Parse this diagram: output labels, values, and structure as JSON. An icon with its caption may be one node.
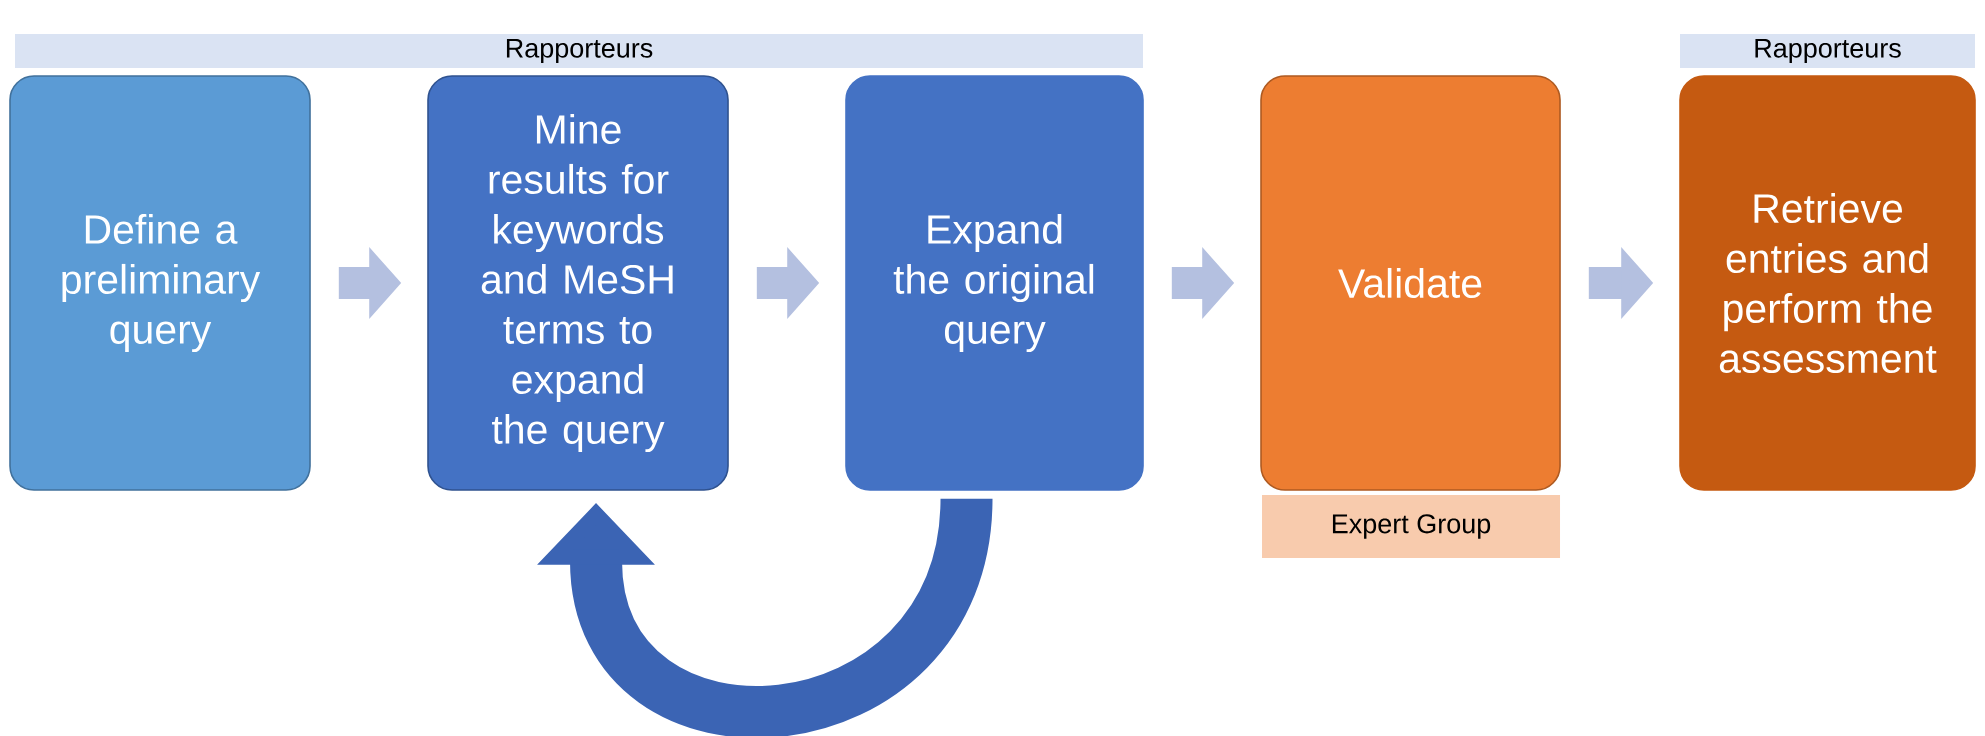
{
  "diagram": {
    "nodes": [
      {
        "text": [
          "Rapporteurs"
        ]
      },
      {
        "text": [
          "Define a preliminary query"
        ]
      },
      {
        "text": [
          "Mine results for keywords and MeSH terms to expand the query"
        ]
      },
      {
        "text": [
          "Expand the original query"
        ]
      },
      {
        "text": [
          "Validate"
        ]
      },
      {
        "text": [
          "Expert Group"
        ]
      },
      {
        "text": [
          "Rapporteurs"
        ]
      },
      {
        "text": [
          "Retrieve entries and perform the assessment"
        ]
      }
    ],
    "edges": [
      {
        "from": 1,
        "to": 2,
        "arrow": "to"
      },
      {
        "from": 2,
        "to": 3,
        "arrow": "to"
      },
      {
        "from": 3,
        "to": 4,
        "arrow": "to"
      },
      {
        "from": 4,
        "to": 7,
        "arrow": "to"
      },
      {
        "from": 3,
        "to": 2,
        "arrow": "to",
        "color": "#3b64b4"
      }
    ]
  }
}
